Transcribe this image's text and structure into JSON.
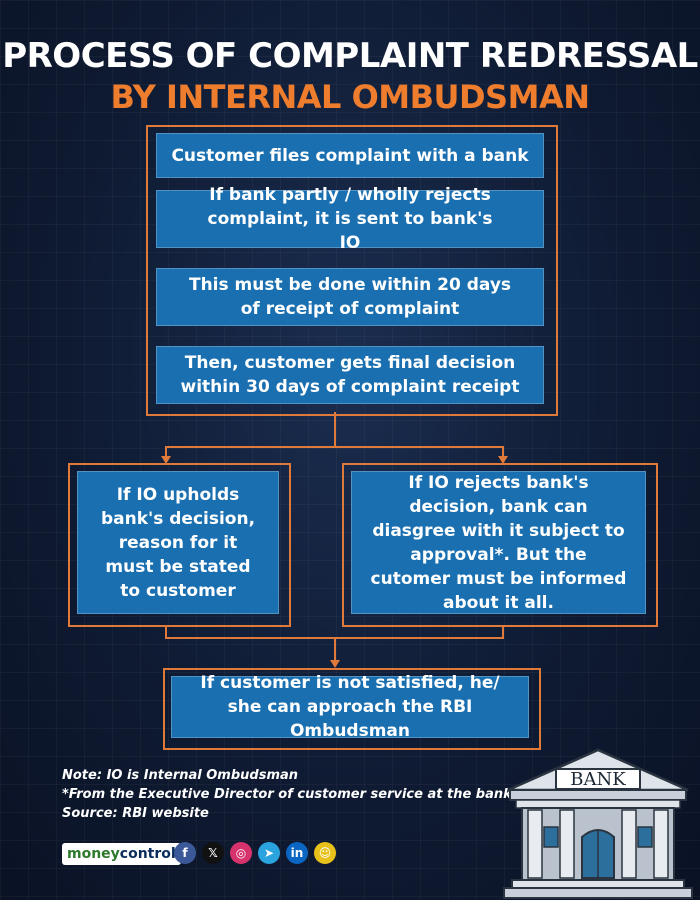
{
  "title": {
    "line1": "PROCESS OF COMPLAINT REDRESSAL",
    "line2": "BY INTERNAL OMBUDSMAN"
  },
  "flow": {
    "steps": [
      "Customer files complaint with a bank",
      "If bank partly / wholly rejects complaint, it is sent to bank's IO",
      "This must be done within 20 days of receipt of complaint",
      "Then, customer gets final decision within 30 days of complaint receipt"
    ],
    "left_branch": "If IO upholds bank's decision, reason for it must be stated to customer",
    "right_branch": "If IO rejects bank's decision, bank can diasgree with it subject to approval*. But the cutomer must be informed about it all.",
    "final": "If customer is not satisfied, he/ she can approach the RBI Ombudsman"
  },
  "notes": [
    "Note: IO is Internal Ombudsman",
    "*From the Executive Director of customer service at the bank",
    "Source: RBI website"
  ],
  "brand": {
    "money": "money",
    "control": "control",
    "social": [
      {
        "icon": "facebook-icon",
        "glyph": "f",
        "color": "#3b5998"
      },
      {
        "icon": "x-icon",
        "glyph": "𝕏",
        "color": "#111111"
      },
      {
        "icon": "instagram-icon",
        "glyph": "◎",
        "color": "#d6336c"
      },
      {
        "icon": "telegram-icon",
        "glyph": "➤",
        "color": "#2aa3df"
      },
      {
        "icon": "linkedin-icon",
        "glyph": "in",
        "color": "#0a66c2"
      },
      {
        "icon": "snapchat-icon",
        "glyph": "☺",
        "color": "#e8c21a"
      }
    ]
  },
  "illustration": {
    "sign": "BANK"
  },
  "colors": {
    "accent": "#e07a3a",
    "box": "#1a6fb0",
    "title_orange": "#ef7d2e"
  }
}
